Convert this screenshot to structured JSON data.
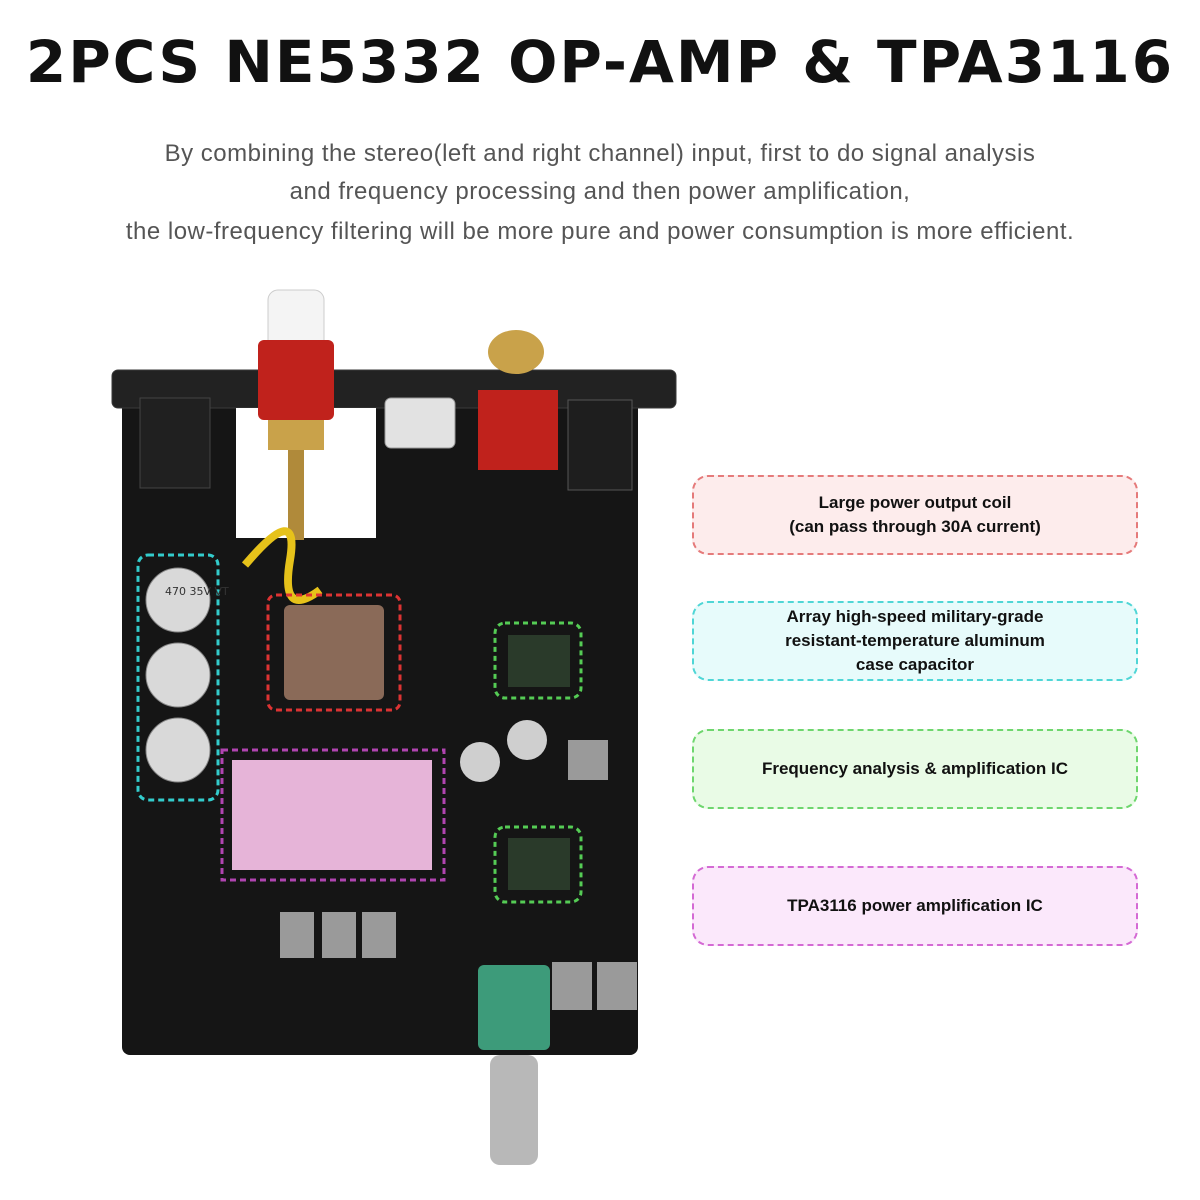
{
  "title": "2PCS NE5332 OP-AMP & TPA3116",
  "description": {
    "line1": "By combining the stereo(left and right channel) input, first to do signal analysis",
    "line2": "and frequency processing and then power amplification,",
    "line3": "the low-frequency filtering will be more pure and power consumption is more efficient."
  },
  "callouts": [
    {
      "text": "Large power output coil\n(can pass through 30A current)",
      "border": "#e57a7a",
      "bg": "#fdecec"
    },
    {
      "text": "Array high-speed military-grade\nresistant-temperature aluminum\ncase capacitor",
      "border": "#4fd6d6",
      "bg": "#e7fbfb"
    },
    {
      "text": "Frequency analysis & amplification IC",
      "border": "#6ed66e",
      "bg": "#e9fbe6"
    },
    {
      "text": "TPA3116 power amplification IC",
      "border": "#d46ad4",
      "bg": "#fbe8fb"
    }
  ],
  "board": {
    "capacitor_label": "470\n35V\nVT",
    "colors": {
      "pcb": "#141414",
      "coil": "#8a6a58",
      "heatsink": "#e6b4d8",
      "knob": "#3d9b7a",
      "red_terminal": "#c0221c"
    }
  }
}
